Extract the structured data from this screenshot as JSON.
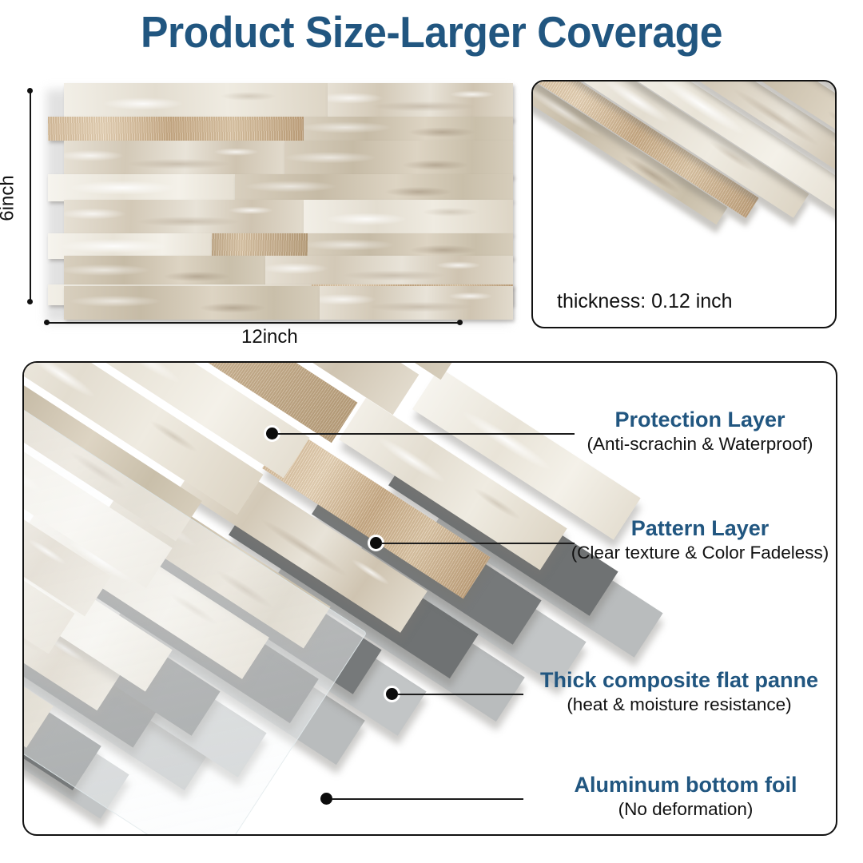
{
  "header": {
    "title": "Product Size-Larger Coverage",
    "title_color": "#215680"
  },
  "size_panel": {
    "name": "product-size-diagram",
    "height_label": "6inch",
    "width_label": "12inch"
  },
  "thickness_panel": {
    "label": "thickness: 0.12 inch"
  },
  "layers_panel": {
    "callouts": [
      {
        "heading": "Protection Layer",
        "subtext": "(Anti-scrachin & Waterproof)",
        "color": "#215680"
      },
      {
        "heading": "Pattern Layer",
        "subtext": "(Clear texture & Color Fadeless)",
        "color": "#215680"
      },
      {
        "heading": "Thick composite flat panne",
        "subtext": "(heat & moisture resistance)",
        "color": "#215680"
      },
      {
        "heading": "Aluminum bottom foil",
        "subtext": "(No deformation)",
        "color": "#215680"
      }
    ]
  },
  "palette": {
    "brand_blue": "#215680",
    "outline": "#111111",
    "composite_gray": "#76797a",
    "foil_gray": "#c2c5c6",
    "stone_beige": "#ddd5c7",
    "metal_bronze": "#cdb391",
    "background": "#ffffff"
  }
}
